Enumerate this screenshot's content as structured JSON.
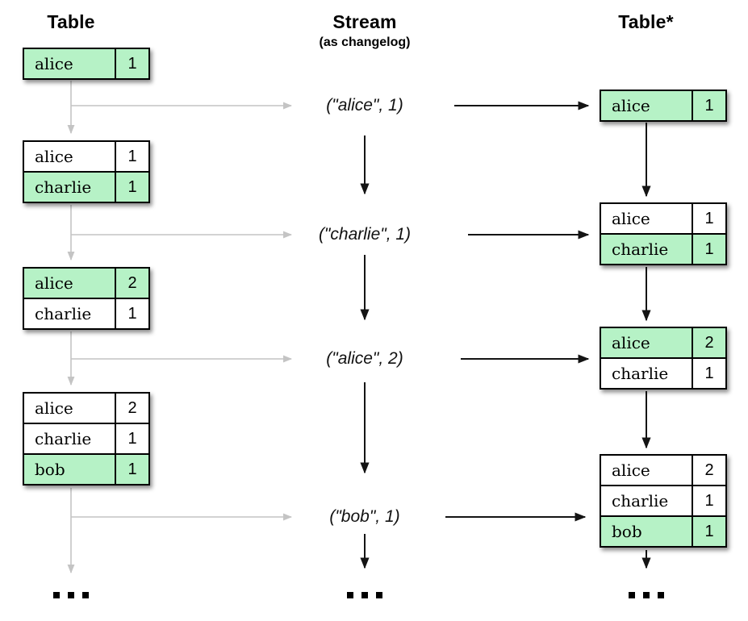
{
  "columns": {
    "left": {
      "title": "Table"
    },
    "middle": {
      "title": "Stream",
      "subtitle": "(as changelog)"
    },
    "right": {
      "title": "Table*"
    }
  },
  "left_tables": [
    {
      "rows": [
        {
          "key": "alice",
          "value": "1",
          "highlighted": true
        }
      ]
    },
    {
      "rows": [
        {
          "key": "alice",
          "value": "1",
          "highlighted": false
        },
        {
          "key": "charlie",
          "value": "1",
          "highlighted": true
        }
      ]
    },
    {
      "rows": [
        {
          "key": "alice",
          "value": "2",
          "highlighted": true
        },
        {
          "key": "charlie",
          "value": "1",
          "highlighted": false
        }
      ]
    },
    {
      "rows": [
        {
          "key": "alice",
          "value": "2",
          "highlighted": false
        },
        {
          "key": "charlie",
          "value": "1",
          "highlighted": false
        },
        {
          "key": "bob",
          "value": "1",
          "highlighted": true
        }
      ]
    }
  ],
  "stream_events": [
    {
      "label": "(\"alice\", 1)"
    },
    {
      "label": "(\"charlie\", 1)"
    },
    {
      "label": "(\"alice\", 2)"
    },
    {
      "label": "(\"bob\", 1)"
    }
  ],
  "right_tables": [
    {
      "rows": [
        {
          "key": "alice",
          "value": "1",
          "highlighted": true
        }
      ]
    },
    {
      "rows": [
        {
          "key": "alice",
          "value": "1",
          "highlighted": false
        },
        {
          "key": "charlie",
          "value": "1",
          "highlighted": true
        }
      ]
    },
    {
      "rows": [
        {
          "key": "alice",
          "value": "2",
          "highlighted": true
        },
        {
          "key": "charlie",
          "value": "1",
          "highlighted": false
        }
      ]
    },
    {
      "rows": [
        {
          "key": "alice",
          "value": "2",
          "highlighted": false
        },
        {
          "key": "charlie",
          "value": "1",
          "highlighted": false
        },
        {
          "key": "bob",
          "value": "1",
          "highlighted": true
        }
      ]
    }
  ],
  "ellipsis": "...",
  "colors": {
    "highlight": "#b6f2c6",
    "gray_arrow": "#c4c4c4",
    "black_arrow": "#141414"
  }
}
